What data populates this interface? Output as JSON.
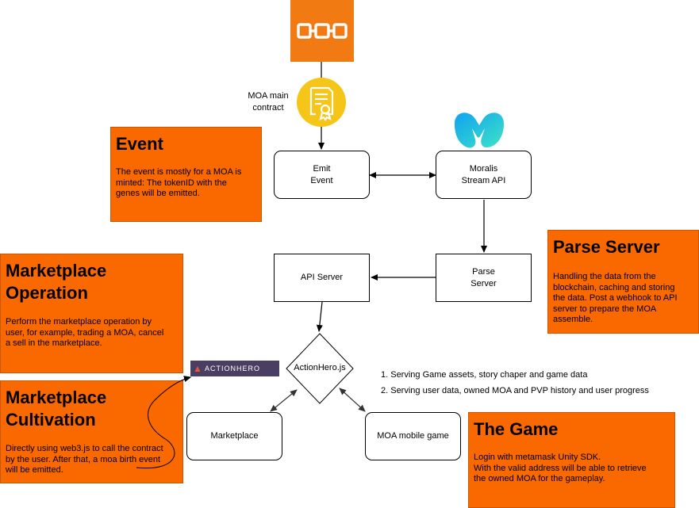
{
  "nodes": {
    "emit_event": "Emit\nEvent",
    "moralis_stream": "Moralis\nStream API",
    "api_server": "API Server",
    "parse_server": "Parse\nServer",
    "actionhero_js": "ActionHero.js",
    "marketplace": "Marketplace",
    "moa_mobile_game": "MOA mobile game"
  },
  "contract_label": "MOA main\ncontract",
  "actionhero_logo_text": "ACTIONHERO",
  "notes": {
    "event": {
      "title": "Event",
      "body": "The event is mostly for a MOA is\nminted: The tokenID with the\ngenes will be emitted."
    },
    "parse_server": {
      "title": "Parse Server",
      "body": "Handling the data from the\nblockchain, caching and storing\nthe data. Post a webhook to API\nserver to prepare the MOA\nassemble."
    },
    "marketplace_operation": {
      "title": "Marketplace\nOperation",
      "body": "Perform the marketplace operation by\nuser, for example, trading a MOA, cancel\na sell in the marketplace."
    },
    "marketplace_cultivation": {
      "title": "Marketplace\nCultivation",
      "body": "Directly using web3.js to call the contract\nby the user. After that, a moa birth event\nwill be emitted."
    },
    "the_game": {
      "title": "The Game",
      "body": "Login with metamask Unity SDK.\nWith the valid address will be able to retrieve\nthe  owned MOA for the gameplay."
    }
  },
  "services": [
    "1. Serving Game assets, story chaper and game data",
    "2. Serving user data, owned MOA and PVP history and user progress"
  ],
  "colors": {
    "note_orange": "#fa6800",
    "chainlink_orange": "#f27a12",
    "certificate_gold": "#f5c518",
    "moralis_blue": "#1fb6f0",
    "actionhero_purple": "#4a3f63"
  },
  "icons": [
    "chain-link-icon",
    "certificate-icon",
    "moralis-logo-icon",
    "actionhero-logo-icon"
  ]
}
